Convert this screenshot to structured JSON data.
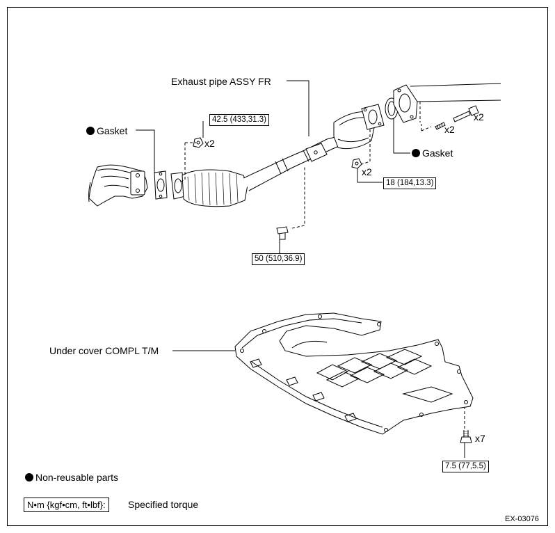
{
  "labels": {
    "exhaust_pipe": "Exhaust pipe ASSY FR",
    "gasket_left": "Gasket",
    "gasket_right": "Gasket",
    "under_cover": "Under cover COMPL T/M",
    "x2_a": "x2",
    "x2_b": "x2",
    "x2_c": "x2",
    "x2_d": "x2",
    "x7": "x7"
  },
  "torques": {
    "t1": "42.5 (433,31.3)",
    "t2": "18 (184,13.3)",
    "t3": "50 (510,36.9)",
    "t4": "7.5 (77,5.5)"
  },
  "legend": {
    "non_reusable": "Non-reusable parts",
    "torque_unit": "N•m {kgf•cm, ft•lbf}:",
    "specified": "Specified torque"
  },
  "figure_id": "EX-03076",
  "icons": [
    "filled-circle-icon",
    "bolt-icon",
    "nut-icon",
    "stud-icon"
  ]
}
